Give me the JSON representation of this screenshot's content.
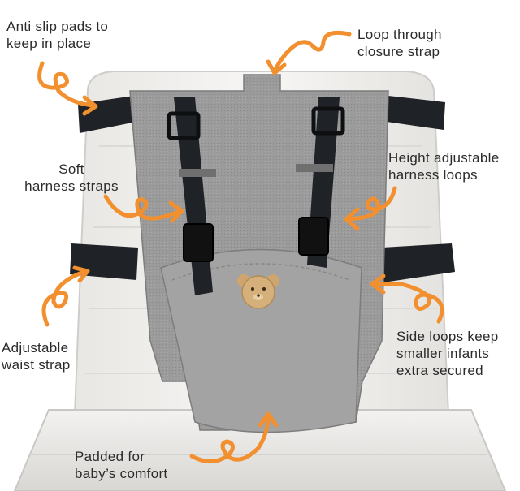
{
  "annotations": {
    "anti_slip": [
      "Anti slip pads to",
      "keep in place"
    ],
    "loop_through": [
      "Loop through",
      "closure strap"
    ],
    "soft_harness": [
      "Soft",
      "harness straps"
    ],
    "height_adjustable": [
      "Height adjustable",
      "harness loops"
    ],
    "adjustable_waist": [
      "Adjustable",
      "waist strap"
    ],
    "side_loops": [
      "Side loops keep",
      "smaller infants",
      "extra secured"
    ],
    "padded": [
      "Padded for",
      "baby’s comfort"
    ]
  },
  "colors": {
    "arrow": "#f2902f",
    "fabric": "#9a9a9a",
    "strap": "#1f2226",
    "chair": "#f1f0ee",
    "text": "#2b2b2b",
    "bear": "#d6b07a"
  },
  "icons": {
    "arrow": "orange-curly-arrow-icon",
    "bear": "bear-face-icon",
    "buckle": "buckle-icon"
  }
}
